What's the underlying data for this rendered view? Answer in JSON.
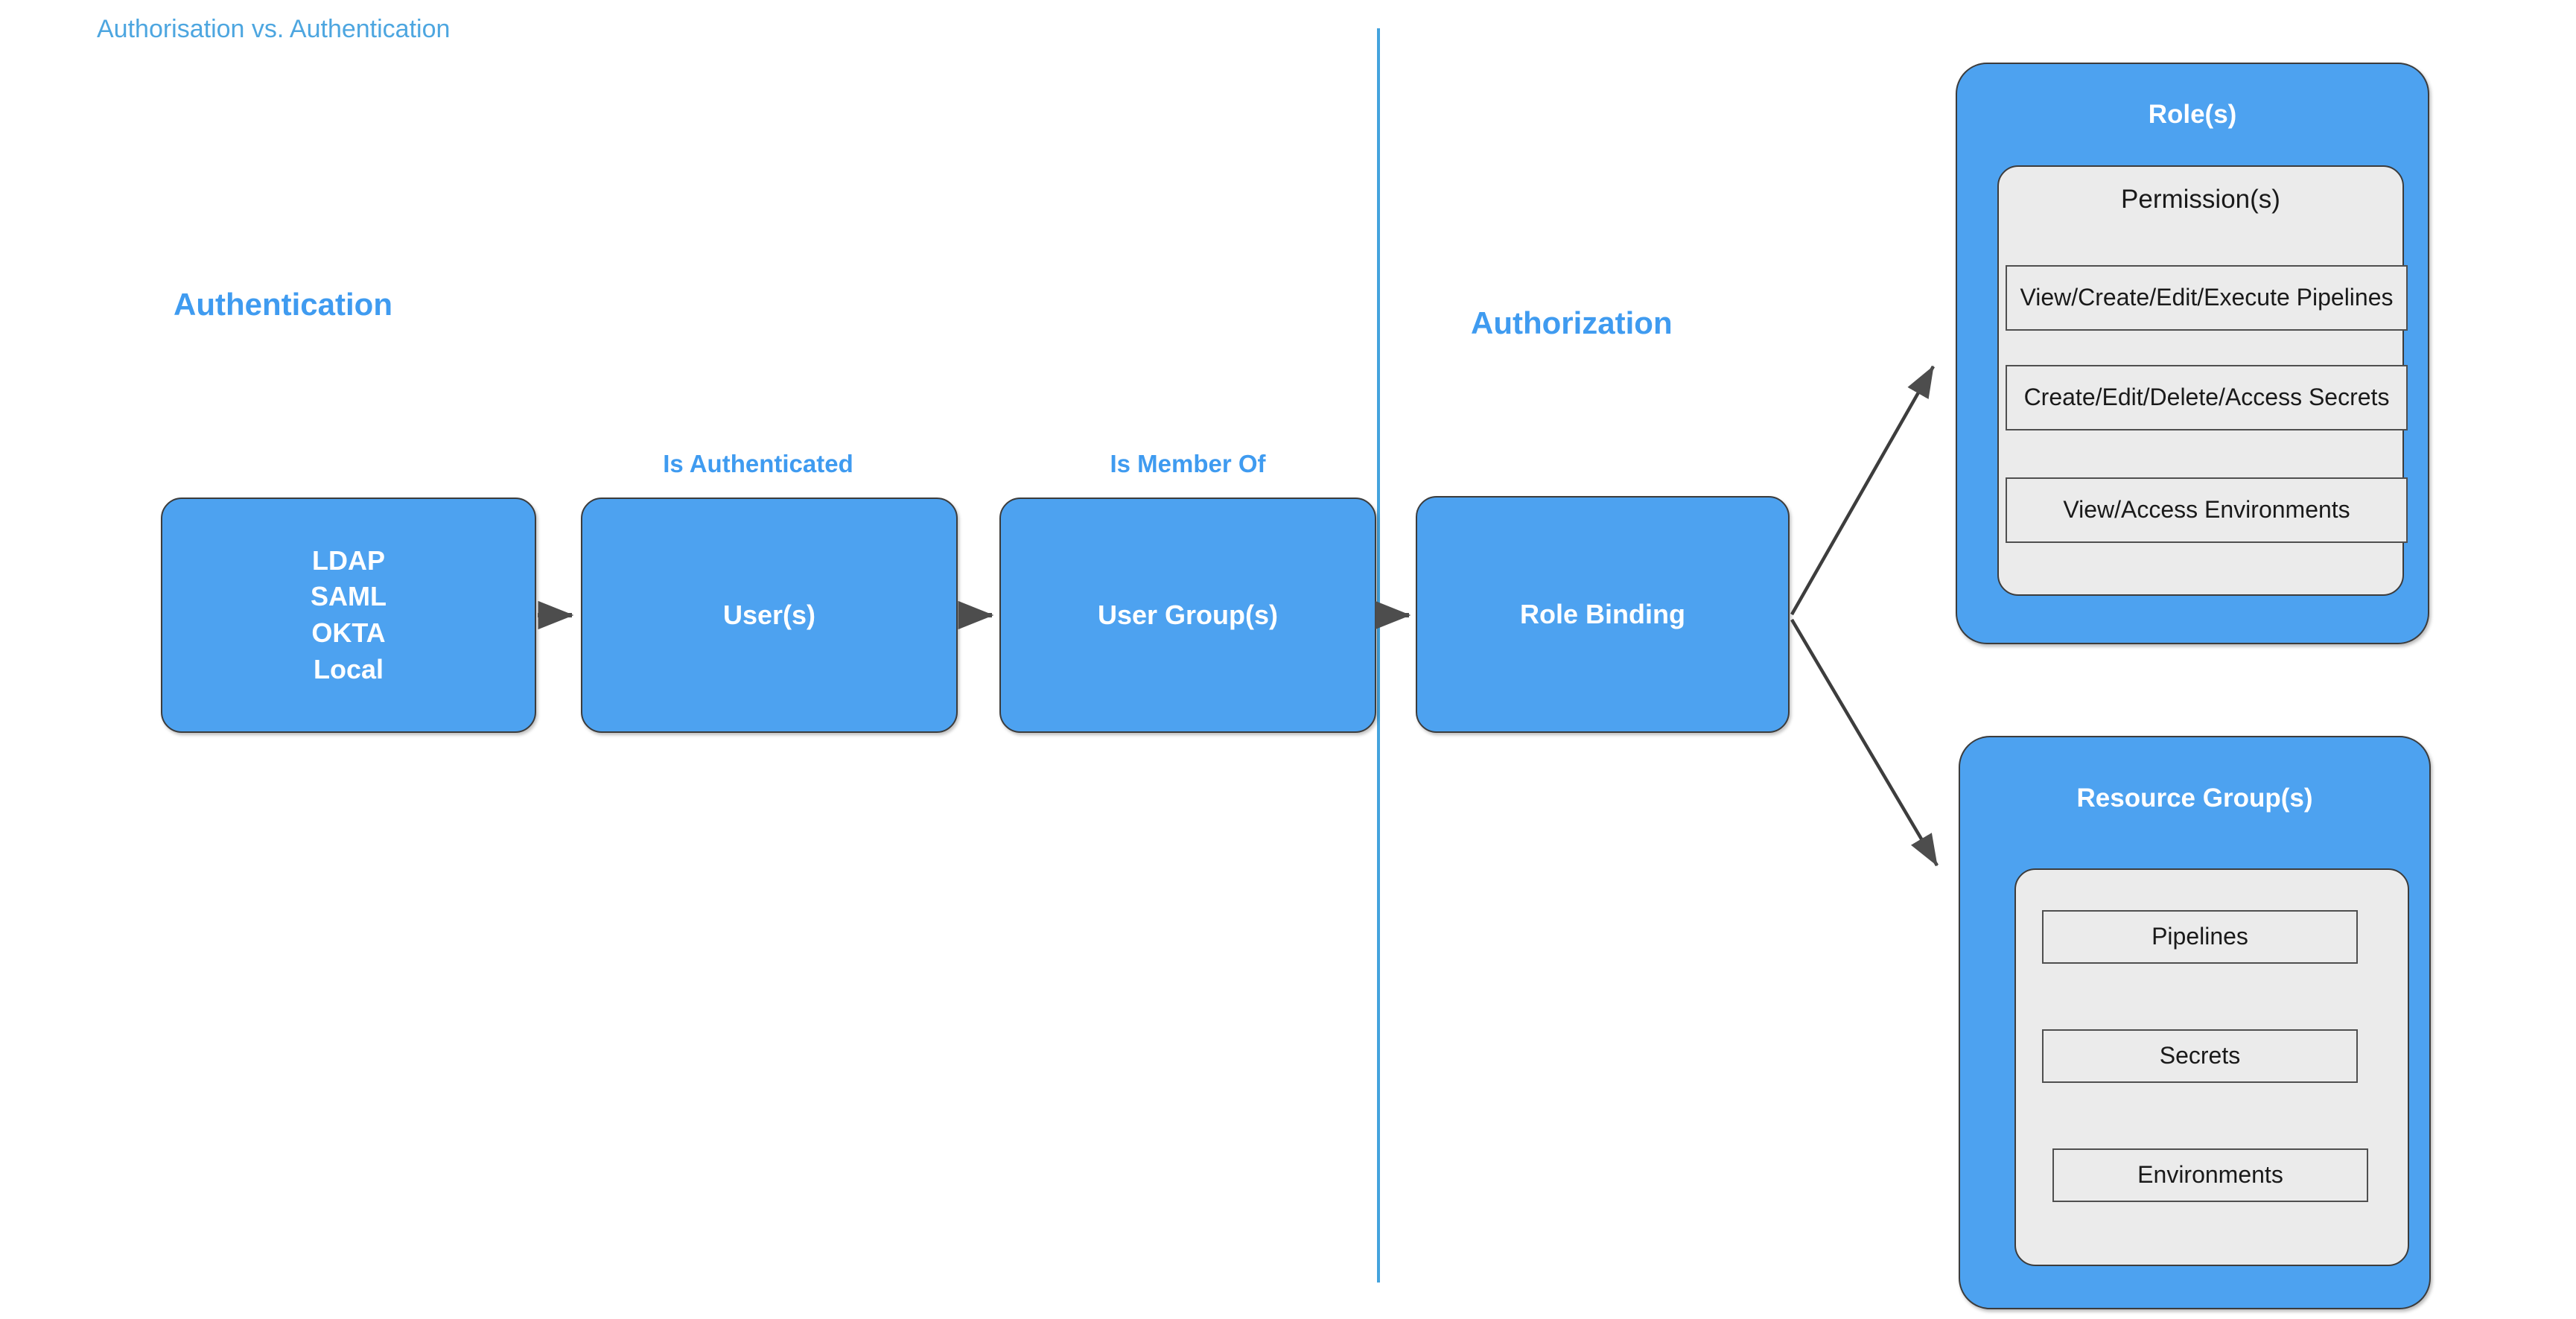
{
  "page": {
    "title": "Authorisation vs. Authentication",
    "title_color": "#4da6e0",
    "background": "#ffffff"
  },
  "colors": {
    "box_blue": "#4da2f0",
    "heading_blue": "#3f9bf0",
    "divider_blue": "#44a3dd",
    "inner_gray": "#ebebeb",
    "stroke_dark": "#3c3c3c",
    "arrow_gray": "#4d4d4d",
    "text_white": "#ffffff",
    "text_dark": "#1a1a1a"
  },
  "sections": {
    "authentication": {
      "heading": "Authentication"
    },
    "authorization": {
      "heading": "Authorization"
    }
  },
  "flow": {
    "nodes": [
      {
        "id": "identity-providers",
        "lines": [
          "LDAP",
          "SAML",
          "OKTA",
          "Local"
        ]
      },
      {
        "id": "users",
        "label": "User(s)"
      },
      {
        "id": "user-groups",
        "label": "User Group(s)"
      },
      {
        "id": "role-binding",
        "label": "Role Binding"
      }
    ],
    "edge_labels": [
      {
        "id": "is-authenticated",
        "label": "Is Authenticated"
      },
      {
        "id": "is-member-of",
        "label": "Is Member Of"
      }
    ]
  },
  "roles_panel": {
    "title": "Role(s)",
    "inner_title": "Permission(s)",
    "permissions": [
      "View/Create/Edit/Execute Pipelines",
      "Create/Edit/Delete/Access Secrets",
      "View/Access Environments"
    ]
  },
  "resource_groups_panel": {
    "title": "Resource Group(s)",
    "resources": [
      "Pipelines",
      "Secrets",
      "Environments"
    ]
  }
}
